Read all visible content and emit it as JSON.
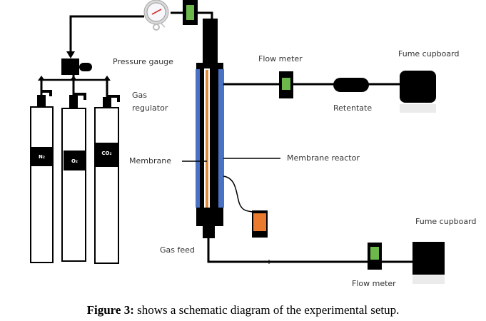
{
  "labels": {
    "pressure_gauge": "Pressure gauge",
    "gas_regulator_line1": "Gas",
    "gas_regulator_line2": "regulator",
    "membrane": "Membrane",
    "membrane_reactor": "Membrane reactor",
    "gas_feed": "Gas feed",
    "flow_meter_top": "Flow meter",
    "flow_meter_bottom": "Flow meter",
    "retentate": "Retentate",
    "fume_cupboard_top": "Fume cupboard",
    "fume_cupboard_bottom": "Fume cupboard"
  },
  "cylinders": [
    {
      "gas": "N₂"
    },
    {
      "gas": "O₂"
    },
    {
      "gas": "CO₂"
    }
  ],
  "caption": {
    "prefix": "Figure 3:",
    "text": " shows a schematic diagram of the experimental setup."
  },
  "colors": {
    "reactor_jacket": "#4a72c4",
    "membrane_tube": "#e08a3c",
    "flow_meter_display": "#6cb84a",
    "heater_display": "#ea7a2e",
    "gauge_needle": "#d03030"
  }
}
